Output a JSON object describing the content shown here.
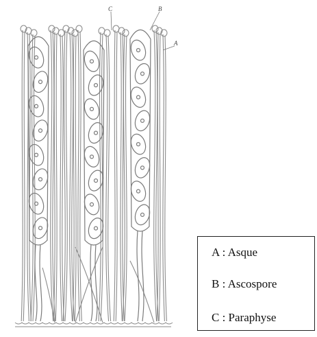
{
  "figure": {
    "pointer_labels": [
      "C",
      "B",
      "A"
    ]
  },
  "legend": {
    "items": [
      {
        "key": "A",
        "text": "A : Asque"
      },
      {
        "key": "B",
        "text": "B : Ascospore"
      },
      {
        "key": "C",
        "text": "C : Paraphyse"
      }
    ]
  }
}
